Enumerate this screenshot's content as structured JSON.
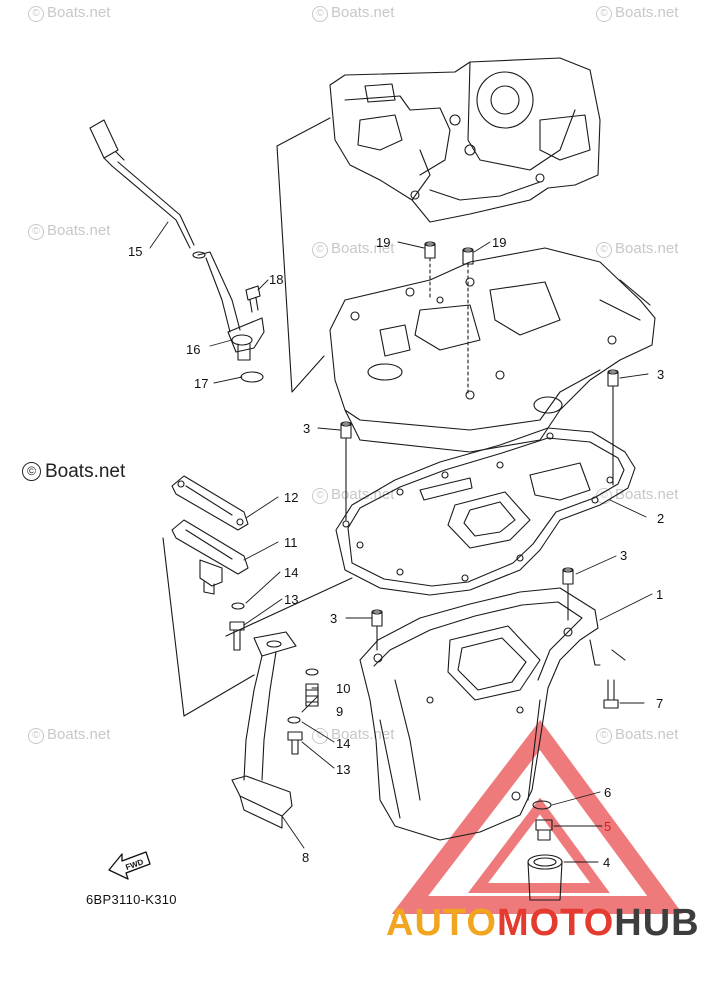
{
  "diagram": {
    "callouts": [
      {
        "id": "c15",
        "label": "15",
        "color": "#111111"
      },
      {
        "id": "c18",
        "label": "18",
        "color": "#111111"
      },
      {
        "id": "c16",
        "label": "16",
        "color": "#111111"
      },
      {
        "id": "c17",
        "label": "17",
        "color": "#111111"
      },
      {
        "id": "c19a",
        "label": "19",
        "color": "#111111"
      },
      {
        "id": "c19b",
        "label": "19",
        "color": "#111111"
      },
      {
        "id": "c3a",
        "label": "3",
        "color": "#111111"
      },
      {
        "id": "c3b",
        "label": "3",
        "color": "#111111"
      },
      {
        "id": "c12",
        "label": "12",
        "color": "#111111"
      },
      {
        "id": "c2",
        "label": "2",
        "color": "#111111"
      },
      {
        "id": "c11",
        "label": "11",
        "color": "#111111"
      },
      {
        "id": "c3c",
        "label": "3",
        "color": "#111111"
      },
      {
        "id": "c14a",
        "label": "14",
        "color": "#111111"
      },
      {
        "id": "c1",
        "label": "1",
        "color": "#111111"
      },
      {
        "id": "c13a",
        "label": "13",
        "color": "#111111"
      },
      {
        "id": "c3d",
        "label": "3",
        "color": "#111111"
      },
      {
        "id": "c10",
        "label": "10",
        "color": "#111111"
      },
      {
        "id": "c7",
        "label": "7",
        "color": "#111111"
      },
      {
        "id": "c9",
        "label": "9",
        "color": "#111111"
      },
      {
        "id": "c14b",
        "label": "14",
        "color": "#111111"
      },
      {
        "id": "c13b",
        "label": "13",
        "color": "#111111"
      },
      {
        "id": "c6",
        "label": "6",
        "color": "#111111"
      },
      {
        "id": "c5",
        "label": "5",
        "color": "#d02020"
      },
      {
        "id": "c8",
        "label": "8",
        "color": "#111111"
      },
      {
        "id": "c4",
        "label": "4",
        "color": "#111111"
      }
    ],
    "reference_code": "6BP3110-K310",
    "fwd_label": "FWD",
    "credit": "Boats.net",
    "credit_symbol": "©",
    "watermark_text": "Boats.net",
    "brand": {
      "part1": "AUTO",
      "part2": "MOTO",
      "part3": "HUB",
      "color1": "#f2a51f",
      "color2": "#e53a2f",
      "color3": "#3d3d3d"
    }
  }
}
